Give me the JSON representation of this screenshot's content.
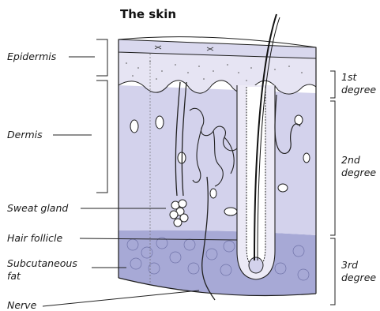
{
  "title": "The skin",
  "labels": {
    "epidermis": "Epidermis",
    "dermis": "Dermis",
    "sweat_gland": "Sweat gland",
    "hair_follicle": "Hair follicle",
    "subcutaneous_line1": "Subcutaneous",
    "subcutaneous_line2": "fat",
    "nerve": "Nerve"
  },
  "burn_degrees": {
    "first_l1": "1st",
    "first_l2": "degree",
    "second_l1": "2nd",
    "second_l2": "degree",
    "third_l1": "3rd",
    "third_l2": "degree"
  },
  "colors": {
    "fat": "#a7a9d6",
    "dermis": "#d3d2ec",
    "epidermis_band": "#e6e4f3",
    "top": "#d9d8ee",
    "outline": "#1e1e1e"
  }
}
